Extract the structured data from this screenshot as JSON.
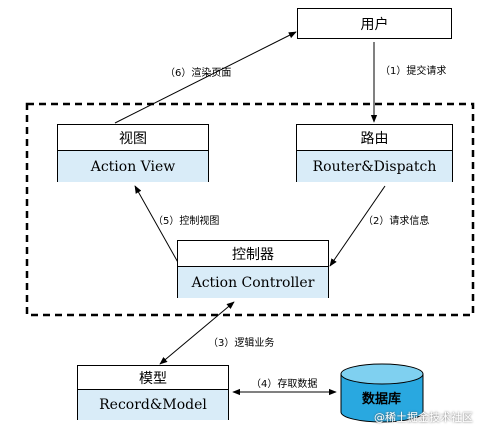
{
  "nodes": {
    "user": {
      "label": "用户"
    },
    "view": {
      "title": "视图",
      "subtitle": "Action View"
    },
    "router": {
      "title": "路由",
      "subtitle": "Router&Dispatch"
    },
    "controller": {
      "title": "控制器",
      "subtitle": "Action Controller"
    },
    "model": {
      "title": "模型",
      "subtitle": "Record&Model"
    },
    "database": {
      "label": "数据库"
    }
  },
  "edges": {
    "submit_request": "（1）提交请求",
    "request_info": "（2）请求信息",
    "business_logic": "（3）逻辑业务",
    "access_data": "（4）存取数据",
    "control_view": "（5）控制视图",
    "render_page": "（6）渲染页面"
  },
  "watermark": "@稀土掘金技术社区",
  "colors": {
    "box_fill": "#d9ecf8",
    "db_fill": "#29a8e0",
    "line": "#000000"
  }
}
